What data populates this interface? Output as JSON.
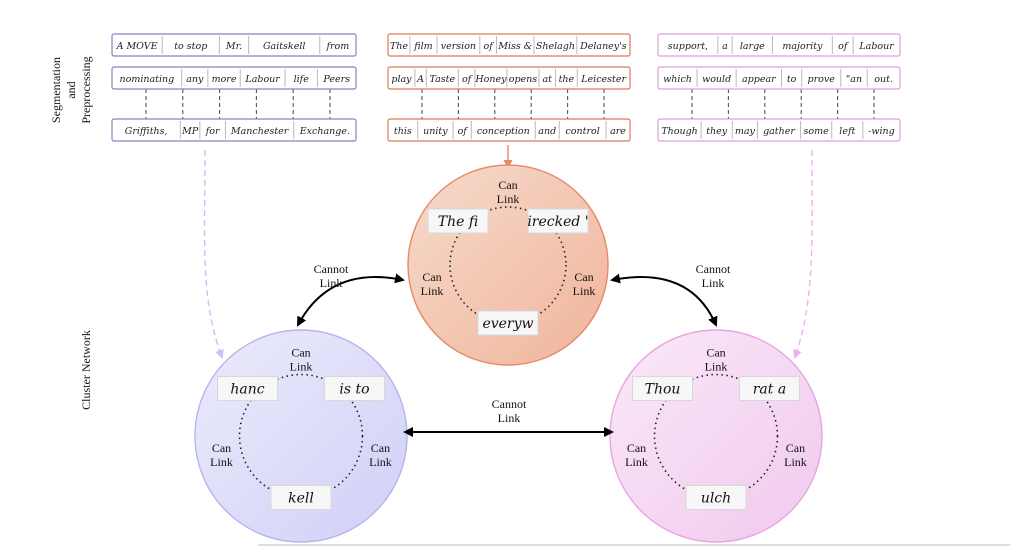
{
  "side_labels": {
    "segmentation": [
      "Segmentation",
      "and",
      "Preprocessing"
    ],
    "cluster": "Cluster Network"
  },
  "text_blocks": [
    {
      "color": "#8a7fc4",
      "lines": [
        [
          "A MOVE",
          "to stop",
          "Mr.",
          "Gaitskell",
          "from"
        ],
        [
          "nominating",
          "any",
          "more",
          "Labour",
          "life",
          "Peers"
        ],
        [
          "Griffiths,",
          "MP",
          "for",
          "Manchester",
          "Exchange."
        ]
      ]
    },
    {
      "color": "#e07a55",
      "lines": [
        [
          "The",
          "film",
          "version",
          "of",
          "Miss &",
          "Shelagh",
          "Delaney's"
        ],
        [
          "play",
          "A",
          "Taste",
          "of",
          "Honey",
          "opens",
          "at",
          "the",
          "Leicester"
        ],
        [
          "this",
          "unity",
          "of",
          "conception",
          "and",
          "control",
          "are"
        ]
      ]
    },
    {
      "color": "#d9a0d9",
      "lines": [
        [
          "support,",
          "a",
          "large",
          "majority",
          "of",
          "Labour"
        ],
        [
          "which",
          "would",
          "appear",
          "to",
          "prove",
          "\"an",
          "out."
        ],
        [
          "Though",
          "they",
          "may",
          "gather",
          "some",
          "left",
          "-wing"
        ]
      ]
    }
  ],
  "clusters": [
    {
      "id": "top",
      "fill_from": "#f6dbcc",
      "fill_to": "#f0b49b",
      "stroke": "#e58a66",
      "words": [
        "The fi",
        "irecked '",
        "everyw"
      ],
      "can_link": "Can\nLink"
    },
    {
      "id": "left",
      "fill_from": "#ecebfb",
      "fill_to": "#cfd0f7",
      "stroke": "#b7b3ee",
      "words": [
        "hanc",
        "is to",
        "kell"
      ],
      "can_link": "Can\nLink"
    },
    {
      "id": "right",
      "fill_from": "#fbe9f8",
      "fill_to": "#f0c8ee",
      "stroke": "#e6a6e4",
      "words": [
        "Thou",
        "rat a",
        "ulch"
      ],
      "can_link": "Can\nLink"
    }
  ],
  "link_labels": {
    "can": [
      "Can",
      "Link"
    ],
    "cannot": [
      "Cannot",
      "Link"
    ]
  },
  "colors": {
    "dashed_left": "#c7c2f2",
    "dashed_top": "#e58a66",
    "dashed_right": "#eeb1ec",
    "arrow": "#000000"
  }
}
